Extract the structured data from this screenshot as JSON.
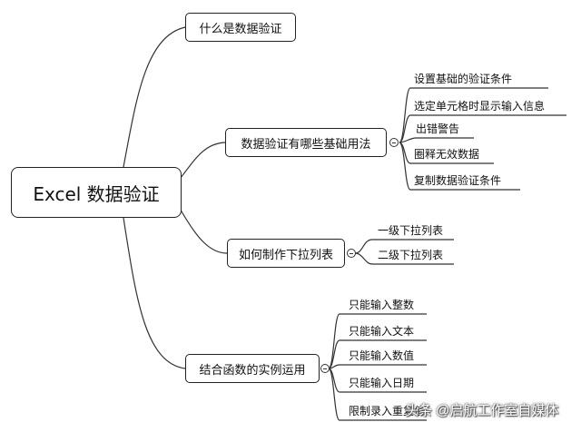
{
  "root": {
    "label": "Excel 数据验证"
  },
  "branches": [
    {
      "label": "什么是数据验证",
      "children": []
    },
    {
      "label": "数据验证有哪些基础用法",
      "children": [
        "设置基础的验证条件",
        "选定单元格时显示输入信息",
        "出错警告",
        "圈释无效数据",
        "复制数据验证条件"
      ]
    },
    {
      "label": "如何制作下拉列表",
      "children": [
        "一级下拉列表",
        "二级下拉列表"
      ]
    },
    {
      "label": "结合函数的实例运用",
      "children": [
        "只能输入整数",
        "只能输入文本",
        "只能输入数值",
        "只能输入日期",
        "限制录入重复值"
      ]
    }
  ],
  "watermark": "头条 @启航工作室自媒体"
}
